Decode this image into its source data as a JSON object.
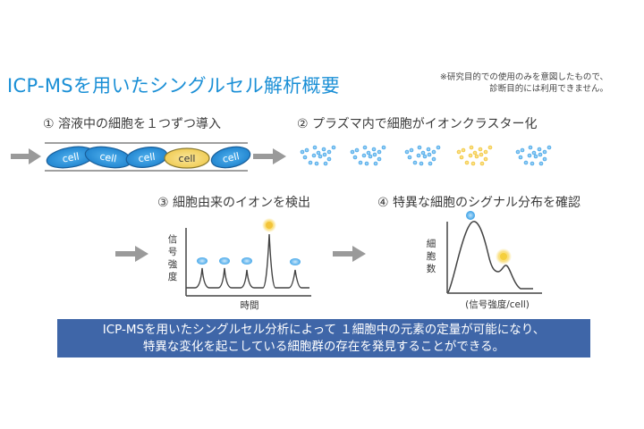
{
  "title": "ICP-MSを用いたシングルセル解析概要",
  "note": {
    "line1": "※研究目的での使用のみを意図したもので、",
    "line2": "診断目的には利用できません。"
  },
  "steps": [
    {
      "label": "① 溶液中の細胞を１つずつ導入"
    },
    {
      "label": "② プラズマ内で細胞がイオンクラスター化"
    },
    {
      "label": "③ 細胞由来のイオンを検出"
    },
    {
      "label": "④ 特異な細胞のシグナル分布を確認"
    }
  ],
  "cell_label": "cell",
  "graph1": {
    "ylabel": "信号強度",
    "xlabel": "時間"
  },
  "graph2": {
    "ylabel": "細胞数",
    "xlabel": "(信号強度/cell)"
  },
  "banner": {
    "line1": "ICP-MSを用いたシングルセル分析によって １細胞中の元素の定量が可能になり、",
    "line2": "特異な変化を起こしている細胞群の存在を発見することができる。"
  },
  "colors": {
    "accent": "#1a8fd6",
    "cell_blue": "#1e8fd8",
    "cell_yellow": "#f3d35f",
    "dot_blue": "#5ab0ea",
    "dot_yellow": "#f3c43a",
    "arrow_gray": "#9a9a9a",
    "banner_bg": "#3f66a8"
  }
}
